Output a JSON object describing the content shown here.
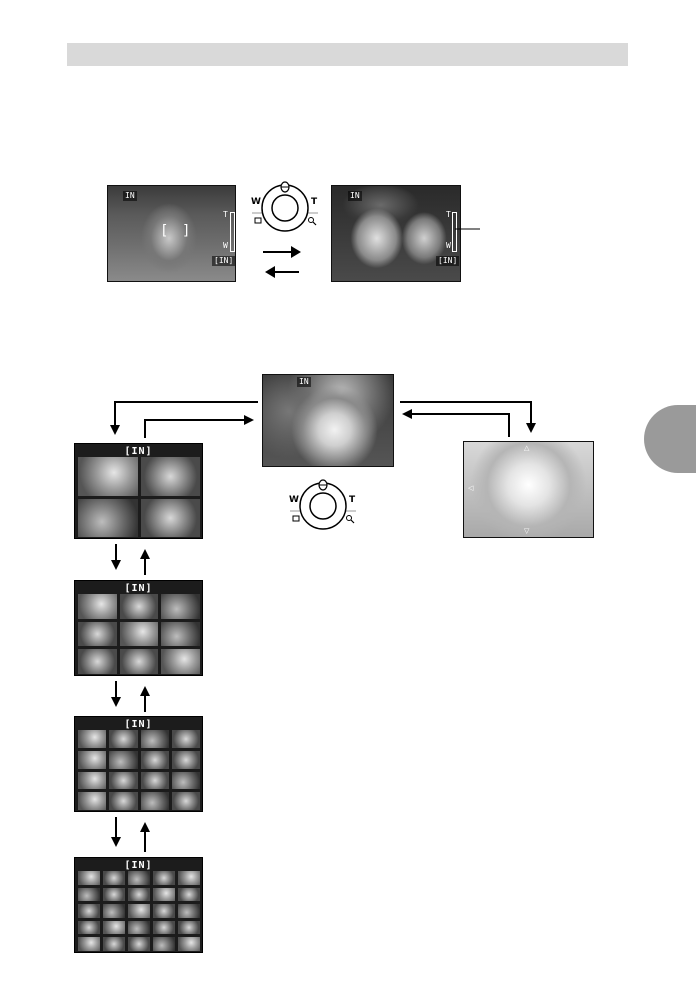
{
  "zoom_left": {
    "mode_badge": "IN",
    "zoom_t": "T",
    "zoom_w": "W",
    "memory_label": "[IN]"
  },
  "zoom_right": {
    "mode_badge": "IN",
    "zoom_t": "T",
    "zoom_w": "W",
    "memory_label": "[IN]"
  },
  "zoom_lever": {
    "w": "W",
    "t": "T"
  },
  "center_photo": {
    "badge": "IN"
  },
  "index_screens": [
    {
      "memory_label": "[IN]",
      "cols": 2,
      "rows": 2
    },
    {
      "memory_label": "[IN]",
      "cols": 3,
      "rows": 3
    },
    {
      "memory_label": "[IN]",
      "cols": 4,
      "rows": 4
    },
    {
      "memory_label": "[IN]",
      "cols": 5,
      "rows": 5
    }
  ],
  "colors": {
    "header_bar": "#d9d9d9",
    "side_tab": "#9a9a9a",
    "arrow": "#000000"
  }
}
